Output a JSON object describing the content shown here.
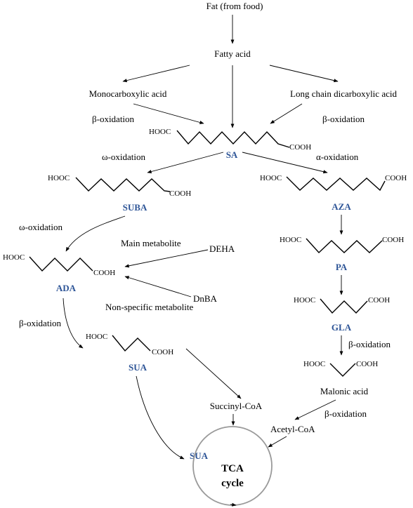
{
  "colors": {
    "abbreviation": "#2e5597",
    "text": "#000000",
    "cycle": "#9a9a9a"
  },
  "sources": {
    "fat": "Fat (from food)",
    "fatty_acid": "Fatty acid",
    "monocarboxylic": "Monocarboxylic acid",
    "long_chain": "Long chain dicarboxylic acid"
  },
  "processes": {
    "beta_ox": "β-oxidation",
    "omega_ox": "ω-oxidation",
    "alpha_ox": "α-oxidation"
  },
  "groups": {
    "hooc": "HOOC",
    "cooh": "COOH"
  },
  "compounds": {
    "sa": "SA",
    "suba": "SUBA",
    "aza": "AZA",
    "ada": "ADA",
    "pa": "PA",
    "gla": "GLA",
    "sua": "SUA"
  },
  "metabolites": {
    "main": "Main metabolite",
    "dehа": "DEHA",
    "non_specific": "Non-specific metabolite",
    "dnba": "DnBA"
  },
  "products": {
    "malonic": "Malonic acid",
    "succinyl": "Succinyl-CoA",
    "acetyl": "Acetyl-CoA"
  },
  "tca": {
    "line1": "TCA",
    "line2": "cycle"
  }
}
